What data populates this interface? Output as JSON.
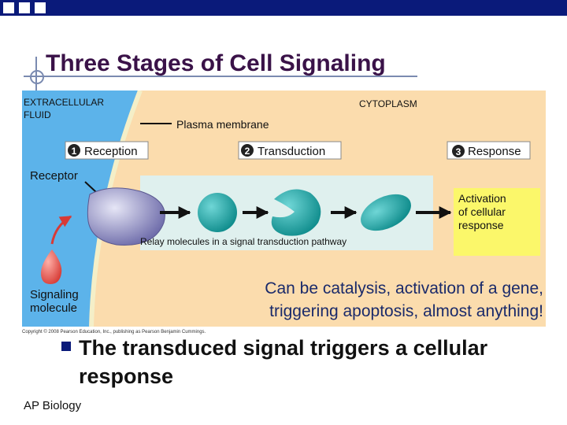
{
  "slide": {
    "title": "Three Stages of Cell Signaling",
    "bullet": "The transduced signal triggers a cellular response",
    "footer": "AP Biology"
  },
  "diagram": {
    "extracellular_label_1": "EXTRACELLULAR",
    "extracellular_label_2": "FLUID",
    "cytoplasm_label": "CYTOPLASM",
    "membrane_label": "Plasma membrane",
    "stage1_num": "1",
    "stage1_label": "Reception",
    "stage2_num": "2",
    "stage2_label": "Transduction",
    "stage3_num": "3",
    "stage3_label": "Response",
    "receptor_label": "Receptor",
    "activation_1": "Activation",
    "activation_2": "of cellular",
    "activation_3": "response",
    "relay_label": "Relay molecules in a signal transduction pathway",
    "signaling_1": "Signaling",
    "signaling_2": "molecule",
    "copyright": "Copyright © 2008 Pearson Education, Inc., publishing as Pearson Benjamin Cummings.",
    "response_note": "Can be catalysis, activation of a gene, triggering apoptosis, almost anything!"
  },
  "colors": {
    "topbar": "#0a1a7a",
    "title": "#3a1248",
    "extracellular": "#5cb3ea",
    "cytoplasm": "#fbdcad",
    "relay_box": "#dff0ee",
    "activation_box": "#fbf76a",
    "receptor": "#8a88c0",
    "relay_molecule": "#1aa3a3",
    "signal_molecule": "#e8524a"
  }
}
